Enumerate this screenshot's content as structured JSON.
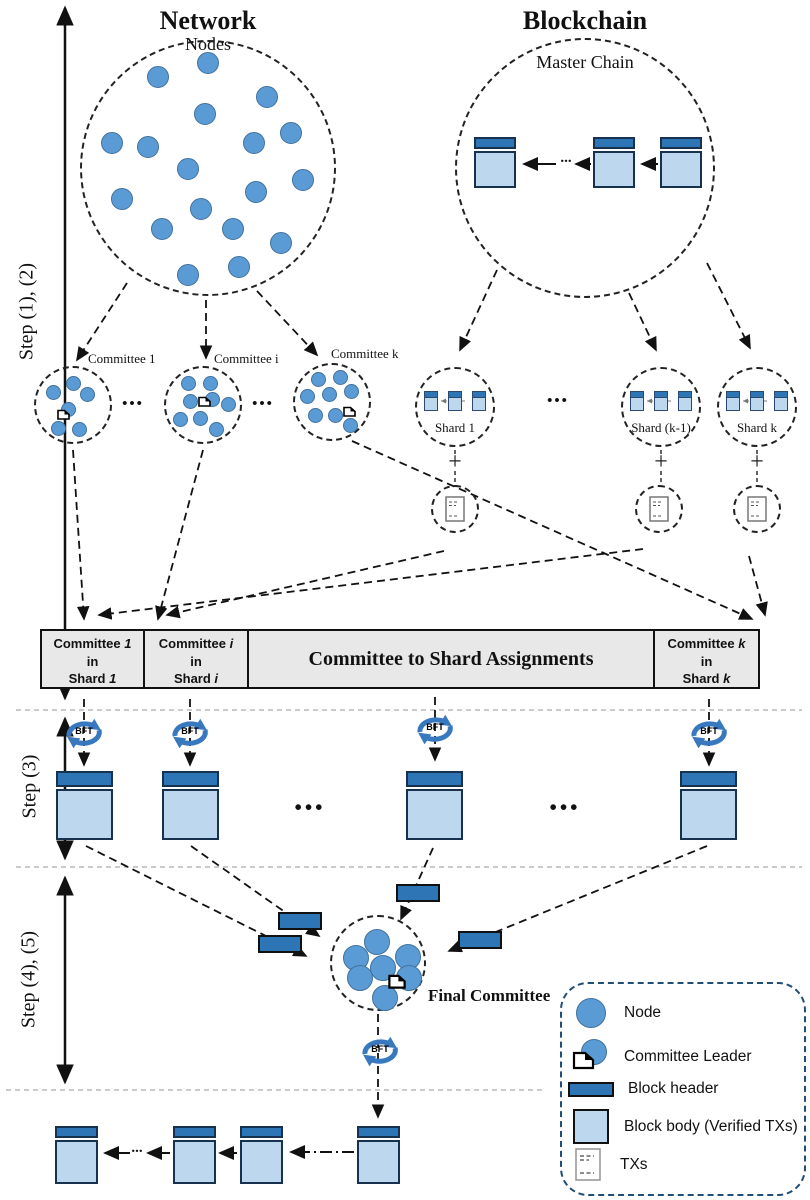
{
  "network": {
    "title": "Network",
    "subtitle": "Nodes"
  },
  "blockchain": {
    "title": "Blockchain",
    "subtitle": "Master Chain",
    "ellipsis": "..."
  },
  "steps": [
    "Step (1), (2)",
    "Step (3)",
    "Step (4), (5)"
  ],
  "committees": {
    "labels": [
      "Committee 1",
      "Committee i",
      "Committee k"
    ],
    "dots": "•••"
  },
  "shards": {
    "labels": [
      "Shard 1",
      "Shard (k-1)",
      "Shard k"
    ],
    "dots": "•••",
    "plus": "+"
  },
  "assignment_bar": {
    "title": "Committee to Shard Assignments",
    "cells": [
      {
        "row1_text": "Committee",
        "row1_var": "1",
        "row2": "in",
        "row3_text": "Shard",
        "row3_var": "1"
      },
      {
        "row1_text": "Committee",
        "row1_var": "i",
        "row2": "in",
        "row3_text": "Shard",
        "row3_var": "i"
      },
      {
        "row1_text": "Committee",
        "row1_var": "k",
        "row2": "in",
        "row3_text": "Shard",
        "row3_var": "k"
      }
    ]
  },
  "step3": {
    "dots": "•••",
    "bft": "BFT"
  },
  "final": {
    "label": "Final Committee"
  },
  "bottom_chain": {
    "ellipsis": "..."
  },
  "legend": {
    "items": [
      "Node",
      "Committee Leader",
      "Block header",
      "Block body (Verified TXs)",
      "TXs"
    ]
  },
  "colors": {
    "node_fill": "#5B9BD5",
    "node_stroke": "#41719C",
    "block_header": "#2E75B6",
    "block_body": "#BDD7EE",
    "bar_background": "#E8E8E8",
    "legend_border": "#1F4E79",
    "bft_blue": "#3878BE"
  }
}
